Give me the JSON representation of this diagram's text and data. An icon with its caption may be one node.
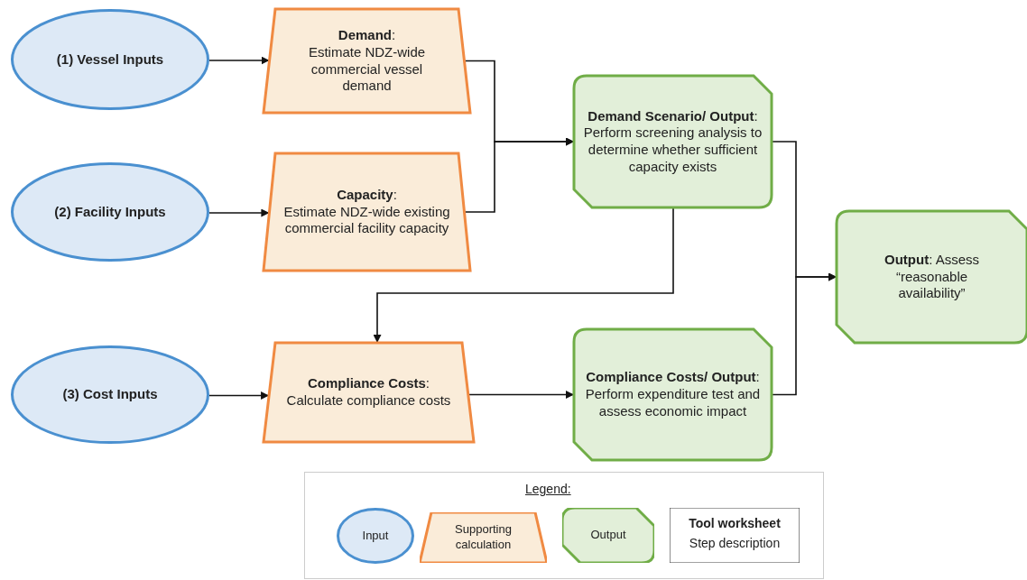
{
  "diagram": {
    "nodes": [
      {
        "text": [
          "(1) Vessel Inputs"
        ]
      },
      {
        "text": [
          "(2) Facility Inputs"
        ]
      },
      {
        "text": [
          "(3) Cost Inputs"
        ]
      },
      {
        "text": [
          "**Demand**:",
          "Estimate NDZ-wide commercial vessel demand"
        ]
      },
      {
        "text": [
          "**Capacity**:",
          "Estimate NDZ-wide existing commercial facility capacity"
        ]
      },
      {
        "text": [
          "**Compliance Costs**:",
          "Calculate compliance costs"
        ]
      },
      {
        "text": [
          "**Demand Scenario/ Output**:",
          "Perform screening analysis to determine whether sufficient capacity exists"
        ]
      },
      {
        "text": [
          "**Compliance Costs/ Output**:",
          "Perform expenditure test and assess economic impact"
        ]
      },
      {
        "text": [
          "**Output**: Assess “reasonable availability”"
        ]
      }
    ],
    "edges": [
      {
        "from": 0,
        "to": 3,
        "arrow": "to"
      },
      {
        "from": 1,
        "to": 4,
        "arrow": "to"
      },
      {
        "from": 2,
        "to": 5,
        "arrow": "to"
      },
      {
        "from": 3,
        "to": 6,
        "arrow": "to"
      },
      {
        "from": 4,
        "to": 6,
        "arrow": "to"
      },
      {
        "from": 6,
        "to": 5,
        "arrow": "to"
      },
      {
        "from": 5,
        "to": 7,
        "arrow": "to"
      },
      {
        "from": 6,
        "to": 8,
        "arrow": "to"
      },
      {
        "from": 7,
        "to": 8,
        "arrow": "to"
      }
    ],
    "labels": [
      "Legend:"
    ],
    "legend": [
      {
        "text": "Input",
        "color": "#dde9f6"
      },
      {
        "text": "Supporting calculation",
        "color": "#faecd9"
      },
      {
        "text": "Output",
        "color": "#e2efd9"
      },
      {
        "text": "Tool worksheet"
      },
      {
        "text": "Step description"
      }
    ]
  }
}
